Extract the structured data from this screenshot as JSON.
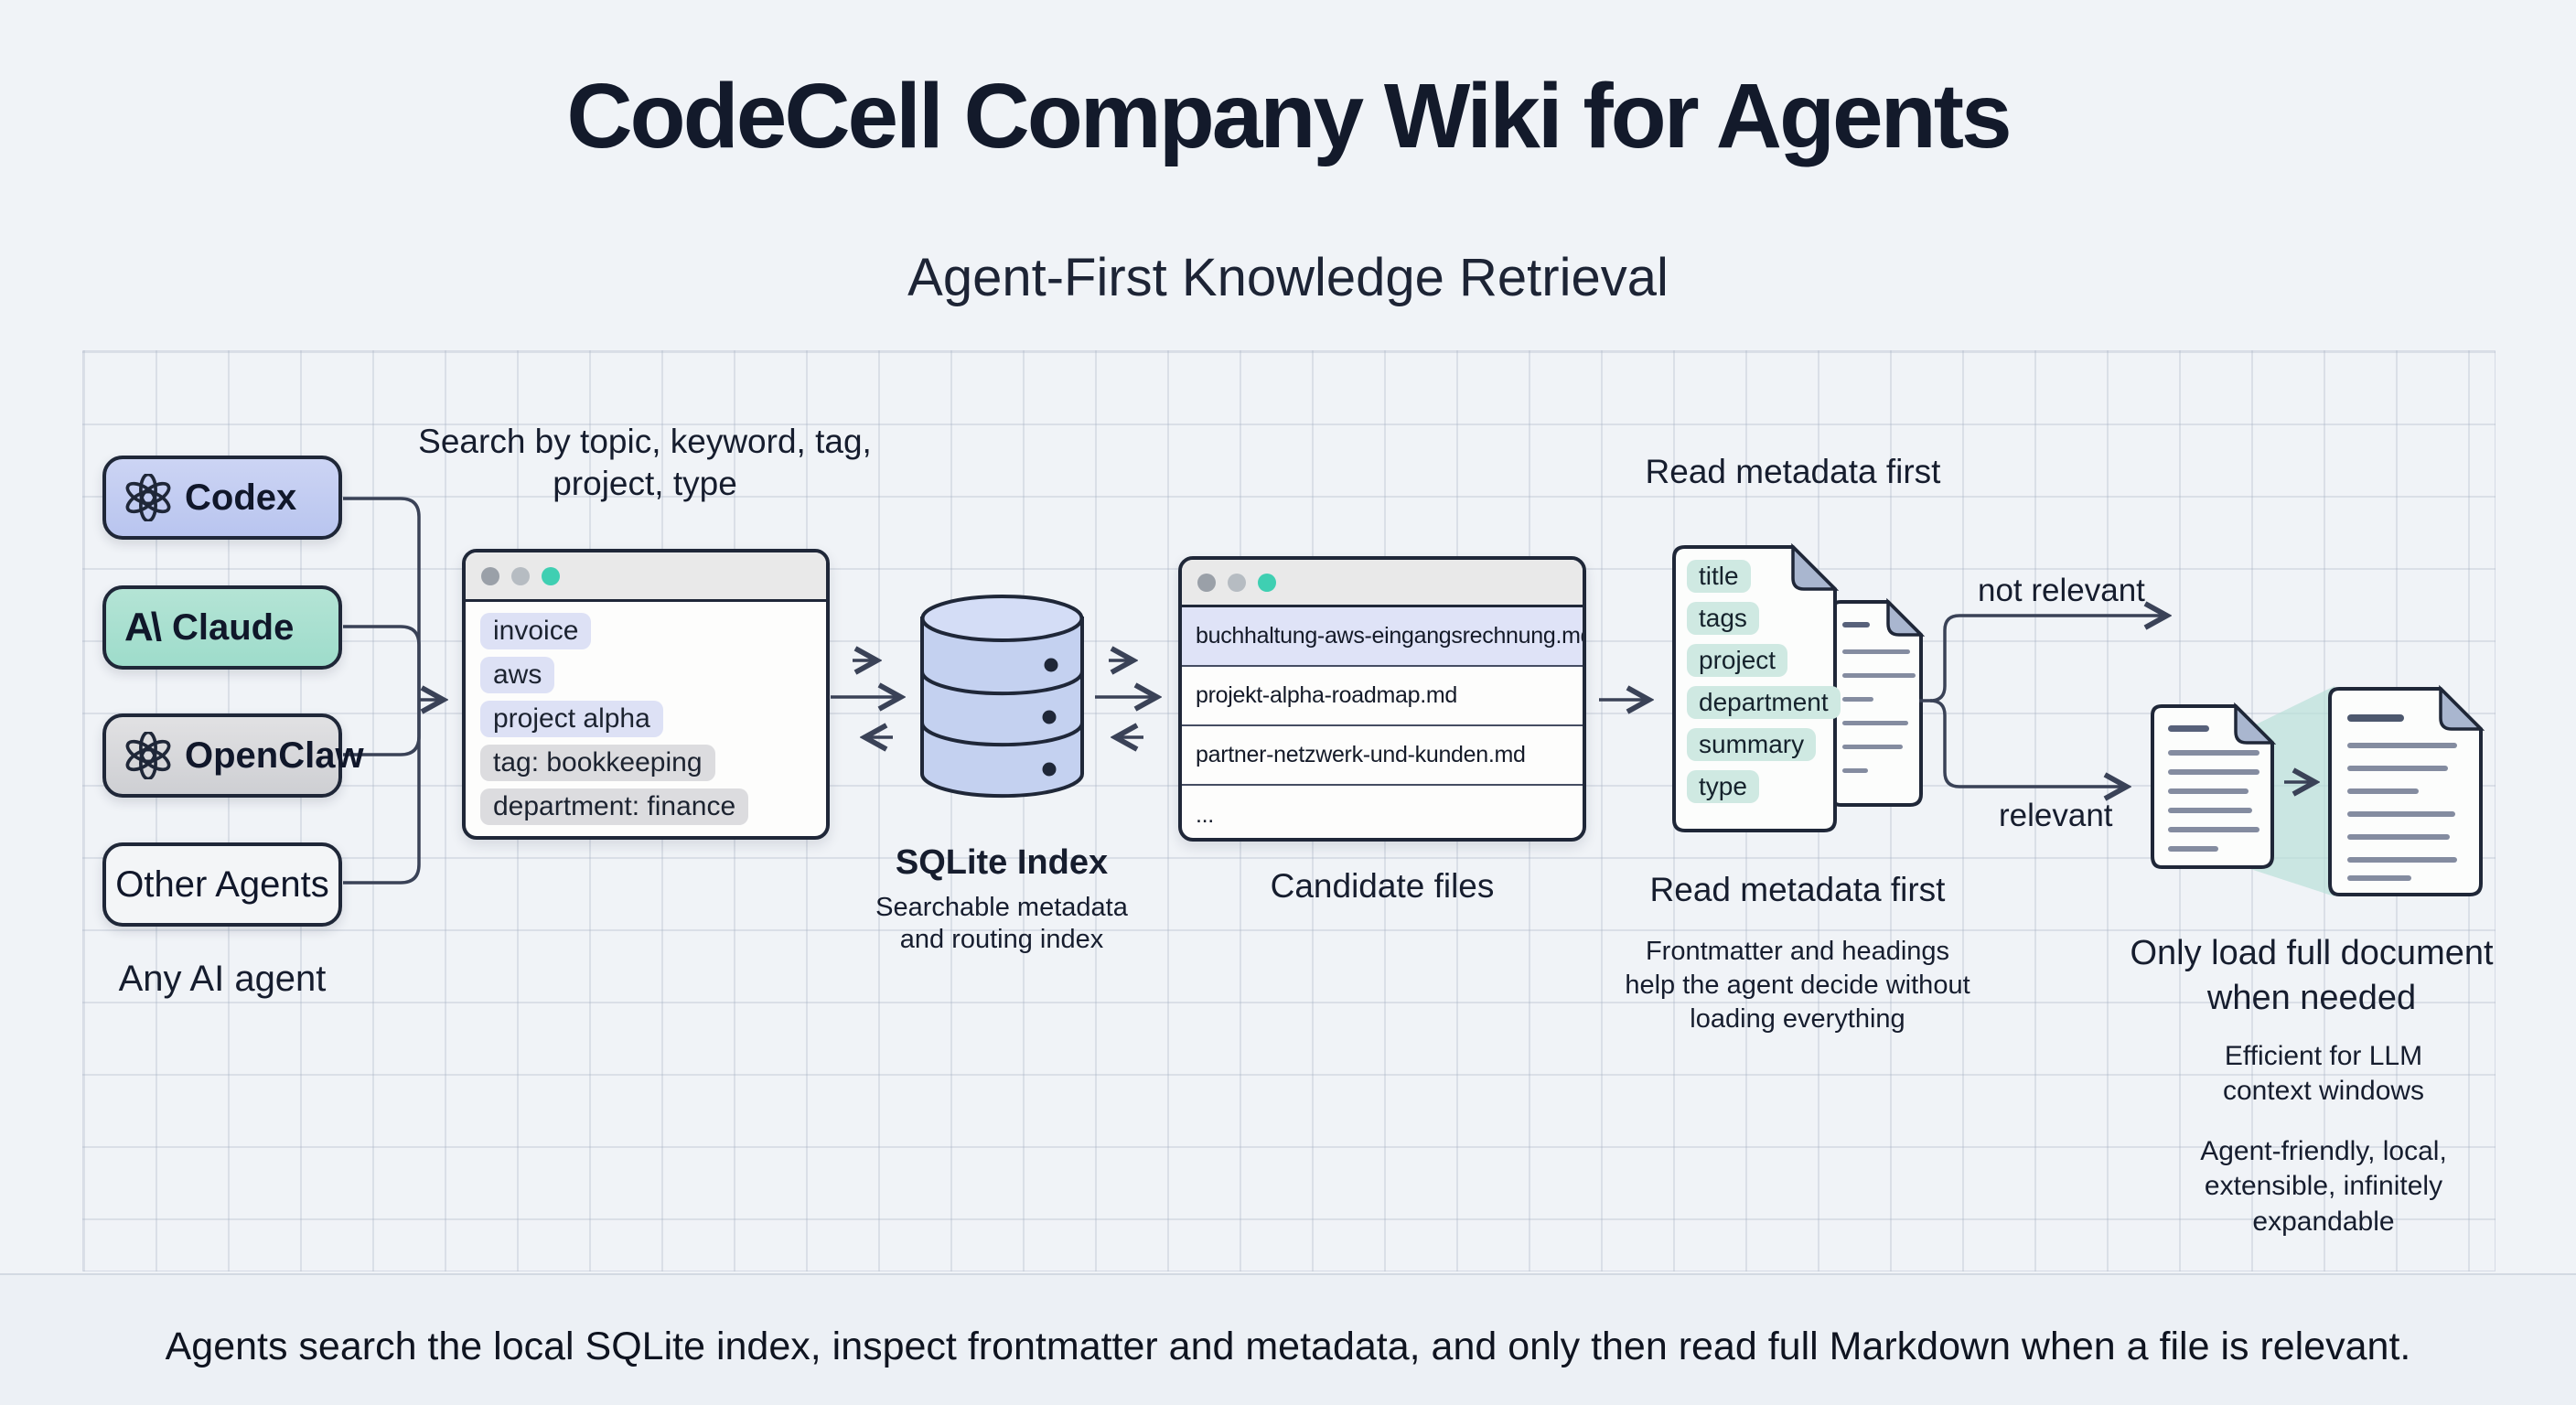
{
  "title": "CodeCell Company Wiki for Agents",
  "subtitle": "Agent-First Knowledge Retrieval",
  "agents": {
    "items": [
      {
        "label": "Codex",
        "icon": "openai-logo"
      },
      {
        "label": "Claude",
        "icon": "anthropic-logo"
      },
      {
        "label": "OpenClaw",
        "icon": "openai-logo"
      },
      {
        "label": "Other Agents",
        "icon": "none"
      }
    ],
    "caption": "Any AI agent"
  },
  "search": {
    "heading": "Search by topic, keyword, tag, project, type",
    "tags": [
      {
        "label": "invoice",
        "style": "lavender"
      },
      {
        "label": "aws",
        "style": "lavender"
      },
      {
        "label": "project alpha",
        "style": "lavender"
      },
      {
        "label": "tag: bookkeeping",
        "style": "grey"
      },
      {
        "label": "department: finance",
        "style": "grey"
      }
    ]
  },
  "sqlite": {
    "title": "SQLite Index",
    "subtitle": "Searchable metadata and routing index"
  },
  "candidates": {
    "files": [
      "buchhaltung-aws-eingangsrechnung.md",
      "projekt-alpha-roadmap.md",
      "partner-netzwerk-und-kunden.md",
      "..."
    ],
    "caption": "Candidate files"
  },
  "metadata": {
    "heading": "Read metadata first",
    "chips": [
      "title",
      "tags",
      "project",
      "department",
      "summary",
      "type"
    ],
    "caption": "Read metadata first",
    "description": "Frontmatter and headings help the agent decide without loading everything"
  },
  "branches": {
    "not_relevant": "not relevant",
    "relevant": "relevant"
  },
  "fulldoc": {
    "caption": "Only load full document when needed",
    "note1": "Efficient for LLM context windows",
    "note2": "Agent-friendly, local, extensible, infinitely expandable"
  },
  "footer": "Agents search the local SQLite index, inspect frontmatter and metadata, and only then read full Markdown when a file is relevant.",
  "colors": {
    "teal": "#3fcfb2",
    "teal-chip": "#cfe9e2",
    "teal-beam": "#b9e0d9",
    "lavender": "#dde1f5",
    "codex-fill": "#c5cdf1",
    "claude-fill": "#a9dfcf",
    "db-fill": "#c4d1f0",
    "line": "#3a4257",
    "ink": "#141b2c"
  }
}
